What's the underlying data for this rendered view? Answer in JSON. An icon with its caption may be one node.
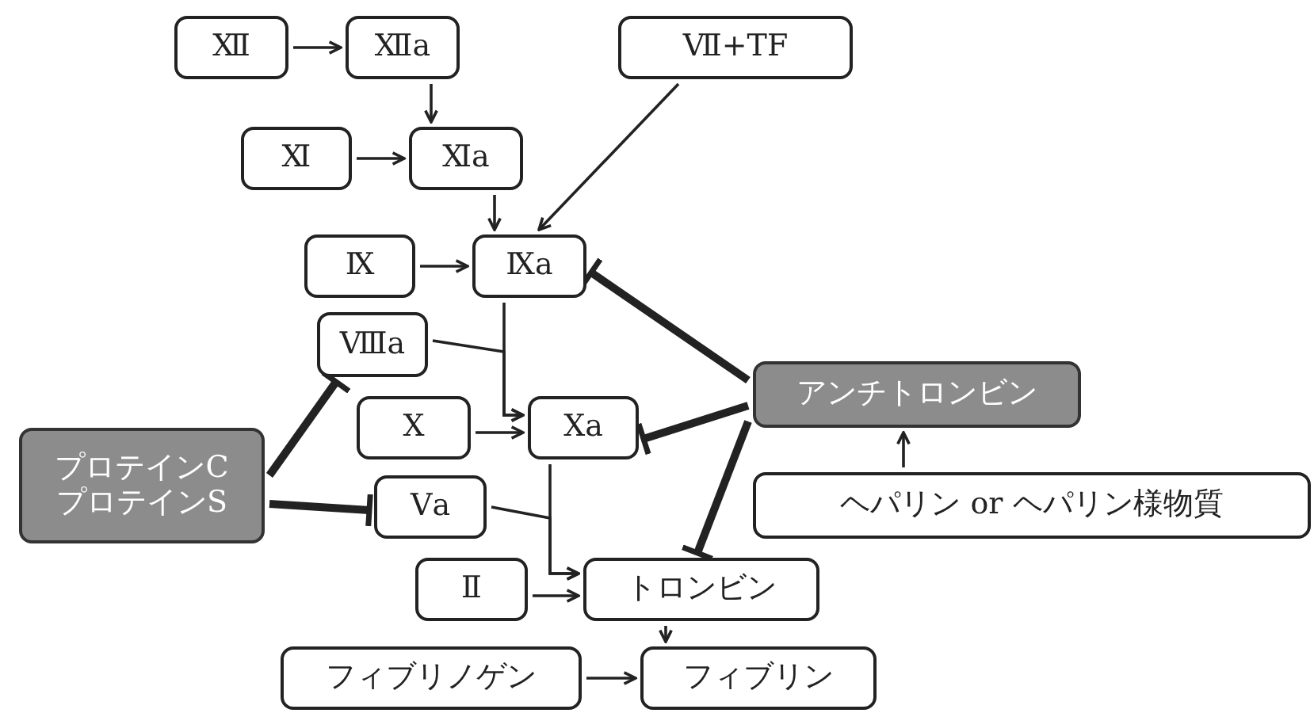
{
  "diagram": {
    "nodes": [
      {
        "text": [
          "Ⅻ"
        ]
      },
      {
        "text": [
          "Ⅻa"
        ]
      },
      {
        "text": [
          "Ⅶ+TF"
        ]
      },
      {
        "text": [
          "Ⅺ"
        ]
      },
      {
        "text": [
          "Ⅺa"
        ]
      },
      {
        "text": [
          "Ⅸ"
        ]
      },
      {
        "text": [
          "Ⅸa"
        ]
      },
      {
        "text": [
          "Ⅷa"
        ]
      },
      {
        "text": [
          "アンチトロンビン"
        ]
      },
      {
        "text": [
          "プロテインC",
          "プロテインS"
        ]
      },
      {
        "text": [
          "Ⅹ"
        ]
      },
      {
        "text": [
          "Ⅹa"
        ]
      },
      {
        "text": [
          "ヘパリン or ヘパリン様物質"
        ]
      },
      {
        "text": [
          "Ⅴa"
        ]
      },
      {
        "text": [
          "Ⅱ"
        ]
      },
      {
        "text": [
          "トロンビン"
        ]
      },
      {
        "text": [
          "フィブリノゲン"
        ]
      },
      {
        "text": [
          "フィブリン"
        ]
      }
    ],
    "edges": [
      {
        "from": 0,
        "to": 1,
        "arrow": "to"
      },
      {
        "from": 1,
        "to": 4,
        "arrow": "to"
      },
      {
        "from": 3,
        "to": 4,
        "arrow": "to"
      },
      {
        "from": 4,
        "to": 6,
        "arrow": "to"
      },
      {
        "from": 2,
        "to": 6,
        "arrow": "to"
      },
      {
        "from": 5,
        "to": 6,
        "arrow": "to"
      },
      {
        "from": 6,
        "to": 11,
        "arrow": "to"
      },
      {
        "from": 7,
        "to": 11,
        "arrow": "to"
      },
      {
        "from": 10,
        "to": 11,
        "arrow": "to"
      },
      {
        "from": 8,
        "to": 6,
        "arrow": "other",
        "style": "thick"
      },
      {
        "from": 8,
        "to": 11,
        "arrow": "other",
        "style": "thick"
      },
      {
        "from": 8,
        "to": 15,
        "arrow": "other",
        "style": "thick"
      },
      {
        "from": 9,
        "to": 7,
        "arrow": "other",
        "style": "thick"
      },
      {
        "from": 9,
        "to": 13,
        "arrow": "other",
        "style": "thick"
      },
      {
        "from": 12,
        "to": 8,
        "arrow": "to"
      },
      {
        "from": 11,
        "to": 15,
        "arrow": "to"
      },
      {
        "from": 13,
        "to": 15,
        "arrow": "to"
      },
      {
        "from": 14,
        "to": 15,
        "arrow": "to"
      },
      {
        "from": 15,
        "to": 17,
        "arrow": "to"
      },
      {
        "from": 16,
        "to": 17,
        "arrow": "to"
      }
    ]
  }
}
